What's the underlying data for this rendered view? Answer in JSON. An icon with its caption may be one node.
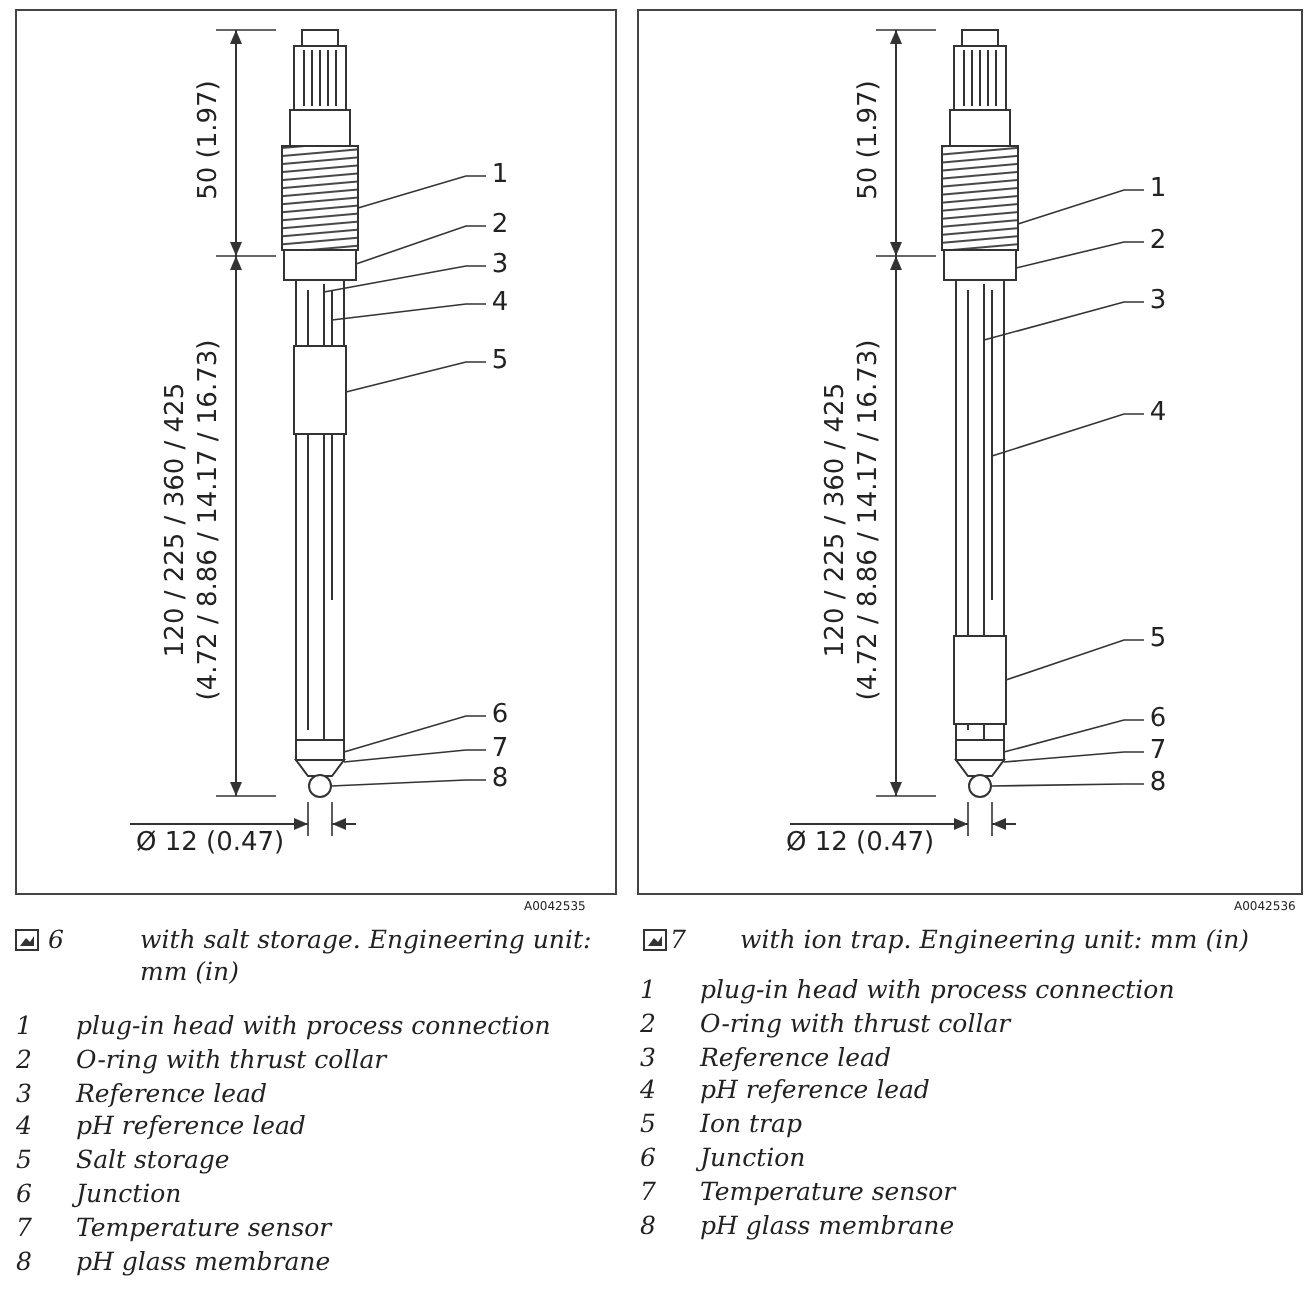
{
  "diagram": {
    "nodes": [
      {
        "text": [
          "1"
        ]
      },
      {
        "text": [
          "2"
        ]
      },
      {
        "text": [
          "3"
        ]
      },
      {
        "text": [
          "4"
        ]
      },
      {
        "text": [
          "5"
        ]
      },
      {
        "text": [
          "6"
        ]
      },
      {
        "text": [
          "7"
        ]
      },
      {
        "text": [
          "8"
        ]
      },
      {
        "text": [
          "1"
        ]
      },
      {
        "text": [
          "2"
        ]
      },
      {
        "text": [
          "3"
        ]
      },
      {
        "text": [
          "4"
        ]
      },
      {
        "text": [
          "5"
        ]
      },
      {
        "text": [
          "6"
        ]
      },
      {
        "text": [
          "7"
        ]
      },
      {
        "text": [
          "8"
        ]
      },
      {
        "text": [],
        "shape": "box"
      },
      {
        "text": [],
        "shape": "box"
      },
      {
        "text": [],
        "shape": "bar"
      },
      {
        "text": [],
        "shape": "bar"
      },
      {
        "text": [],
        "shape": "box"
      },
      {
        "text": [],
        "shape": "box"
      },
      {
        "text": [],
        "shape": "trapezoid"
      },
      {
        "text": [],
        "shape": "circle"
      },
      {
        "text": [],
        "shape": "box"
      },
      {
        "text": [],
        "shape": "box"
      },
      {
        "text": [],
        "shape": "bar"
      },
      {
        "text": [],
        "shape": "bar"
      },
      {
        "text": [],
        "shape": "box"
      },
      {
        "text": [],
        "shape": "box"
      },
      {
        "text": [],
        "shape": "trapezoid"
      },
      {
        "text": [],
        "shape": "circle"
      }
    ],
    "edges": [
      {
        "from": 0,
        "to": 16,
        "arrow": "none"
      },
      {
        "from": 1,
        "to": 17,
        "arrow": "none"
      },
      {
        "from": 2,
        "to": 18,
        "arrow": "none"
      },
      {
        "from": 3,
        "to": 19,
        "arrow": "none"
      },
      {
        "from": 4,
        "to": 20,
        "arrow": "none"
      },
      {
        "from": 5,
        "to": 21,
        "arrow": "none"
      },
      {
        "from": 6,
        "to": 22,
        "arrow": "none"
      },
      {
        "from": 7,
        "to": 23,
        "arrow": "none"
      },
      {
        "from": 8,
        "to": 24,
        "arrow": "none"
      },
      {
        "from": 9,
        "to": 25,
        "arrow": "none"
      },
      {
        "from": 10,
        "to": 26,
        "arrow": "none"
      },
      {
        "from": 11,
        "to": 27,
        "arrow": "none"
      },
      {
        "from": 12,
        "to": 28,
        "arrow": "none"
      },
      {
        "from": 13,
        "to": 29,
        "arrow": "none"
      },
      {
        "from": 14,
        "to": 30,
        "arrow": "none"
      },
      {
        "from": 15,
        "to": 31,
        "arrow": "none"
      }
    ],
    "labels": [
      "50 (1.97)",
      "120 / 225 / 360 / 425",
      "(4.72 / 8.86 / 14.17 / 16.73)",
      "Ø 12 (0.47)",
      "A0042535",
      "50 (1.97)",
      "120 / 225 / 360 / 425",
      "(4.72 / 8.86 / 14.17 / 16.73)",
      "Ø 12 (0.47)",
      "A0042536",
      "6",
      "with salt storage. Engineering unit: mm (in)",
      "7",
      "with ion trap. Engineering unit: mm (in)",
      "1",
      "plug-in head with process connection",
      "2",
      "O-ring with thrust collar",
      "3",
      "Reference lead",
      "4",
      "pH reference lead",
      "5",
      "Salt storage",
      "6",
      "Junction",
      "7",
      "Temperature sensor",
      "8",
      "pH glass membrane",
      "1",
      "plug-in head with process connection",
      "2",
      "O-ring with thrust collar",
      "3",
      "Reference lead",
      "4",
      "pH reference lead",
      "5",
      "Ion trap",
      "6",
      "Junction",
      "7",
      "Temperature sensor",
      "8",
      "pH glass membrane"
    ]
  }
}
